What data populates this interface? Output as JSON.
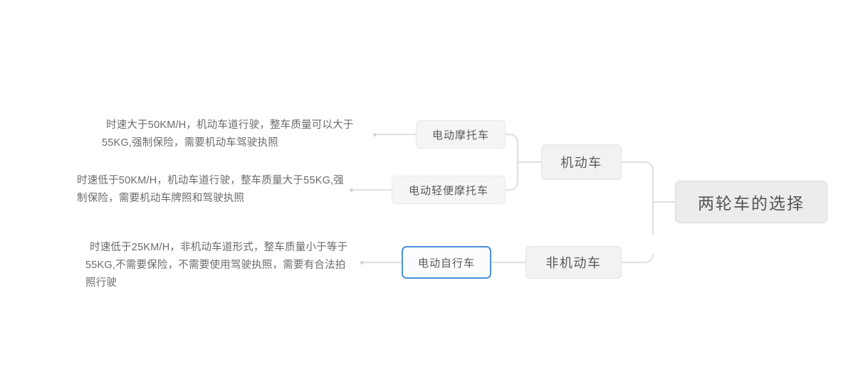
{
  "diagram": {
    "type": "mind-map",
    "title": "两轮车的选择",
    "orientation": "right-to-left",
    "background_color": "#ffffff",
    "node_fill": "#f2f2f2",
    "node_border": "#e2e2e2",
    "link_color": "#e0e0e0",
    "selected_border_color": "#4a90d9",
    "text_color": "#6b6b6b"
  },
  "root": {
    "label": "两轮车的选择"
  },
  "branches": [
    {
      "label": "机动车",
      "children": [
        {
          "label": "电动摩托车",
          "selected": false,
          "note": "时速大于50KM/H，机动车道行驶，整车质量可以大于55KG,强制保险，需要机动车驾驶执照"
        },
        {
          "label": "电动轻便摩托车",
          "selected": false,
          "note": "时速低于50KM/H，机动车道行驶，整车质量大于55KG,强制保险，需要机动车牌照和驾驶执照"
        }
      ]
    },
    {
      "label": "非机动车",
      "children": [
        {
          "label": "电动自行车",
          "selected": true,
          "note": "时速低于25KM/H，非机动车道形式，整车质量小于等于55KG,不需要保险，不需要使用驾驶执照，需要有合法拍照行驶"
        }
      ]
    }
  ]
}
